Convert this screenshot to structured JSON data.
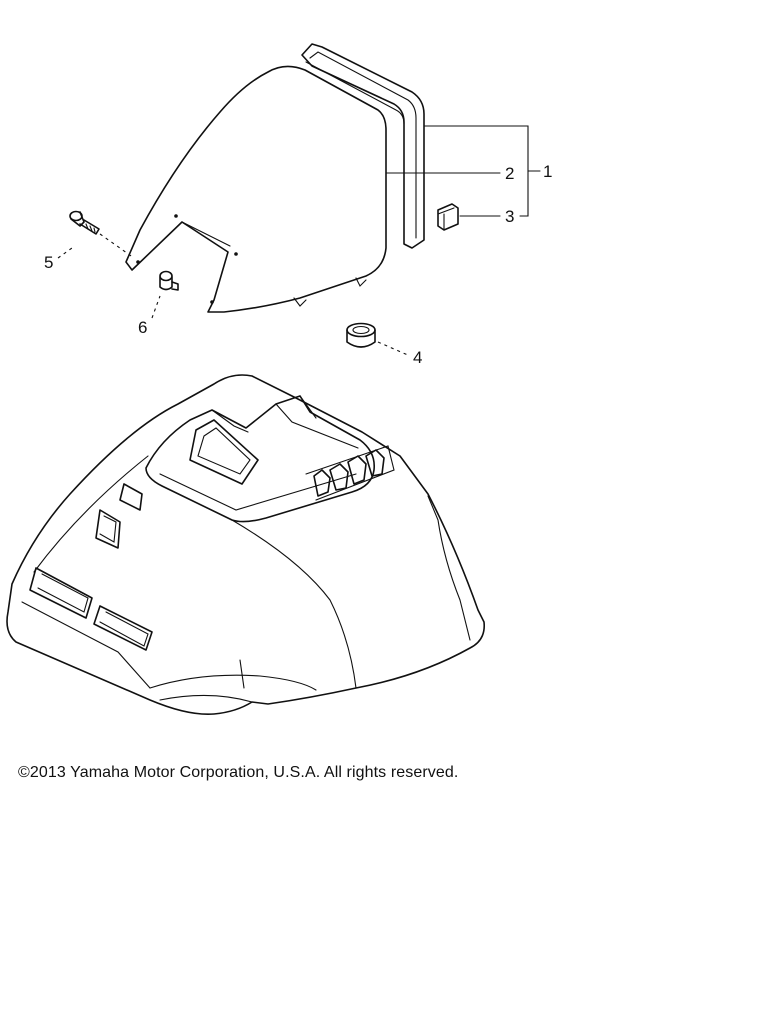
{
  "diagram": {
    "callouts": [
      {
        "id": "c1",
        "text": "1"
      },
      {
        "id": "c2",
        "text": "2"
      },
      {
        "id": "c3",
        "text": "3"
      },
      {
        "id": "c4",
        "text": "4"
      },
      {
        "id": "c5",
        "text": "5"
      },
      {
        "id": "c6",
        "text": "6"
      }
    ]
  },
  "footer": {
    "copyright": "©2013 Yamaha Motor Corporation, U.S.A. All rights reserved."
  }
}
